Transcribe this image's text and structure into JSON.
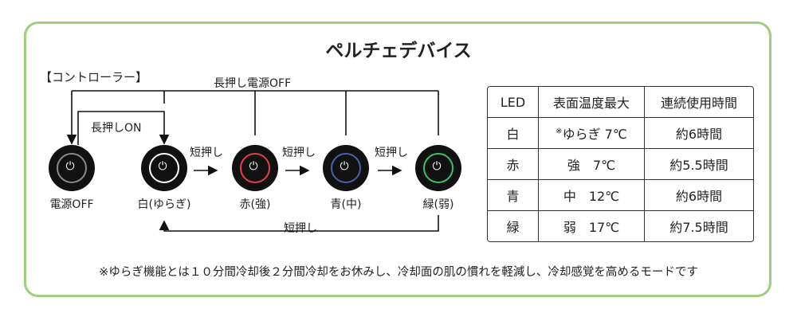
{
  "title": "ペルチェデバイス",
  "controller_label": "【コントローラー】",
  "long_press_off": "長押し電源OFF",
  "long_press_on": "長押しON",
  "short_press": "短押し",
  "buttons": [
    {
      "label": "電源OFF",
      "ring": "#8a8a8a"
    },
    {
      "label": "白(ゆらぎ)",
      "ring": "#ffffff"
    },
    {
      "label": "赤(強)",
      "ring": "#e04050"
    },
    {
      "label": "青(中)",
      "ring": "#4a60b0"
    },
    {
      "label": "緑(弱)",
      "ring": "#3cc070"
    }
  ],
  "table": {
    "headers": [
      "LED",
      "表面温度最大",
      "連続使用時間"
    ],
    "rows": [
      {
        "led": "白",
        "mark": "※",
        "temp": "ゆらぎ 7℃",
        "time": "約6時間"
      },
      {
        "led": "赤",
        "mark": "",
        "temp": "強　7℃",
        "time": "約5.5時間"
      },
      {
        "led": "青",
        "mark": "",
        "temp": "中　12℃",
        "time": "約6時間"
      },
      {
        "led": "緑",
        "mark": "",
        "temp": "弱　17℃",
        "time": "約7.5時間"
      }
    ]
  },
  "note": "※ゆらぎ機能とは１０分間冷却後２分間冷却をお休みし、冷却面の肌の慣れを軽減し、冷却感覚を高めるモードです",
  "colors": {
    "border": "#9dd07a"
  }
}
